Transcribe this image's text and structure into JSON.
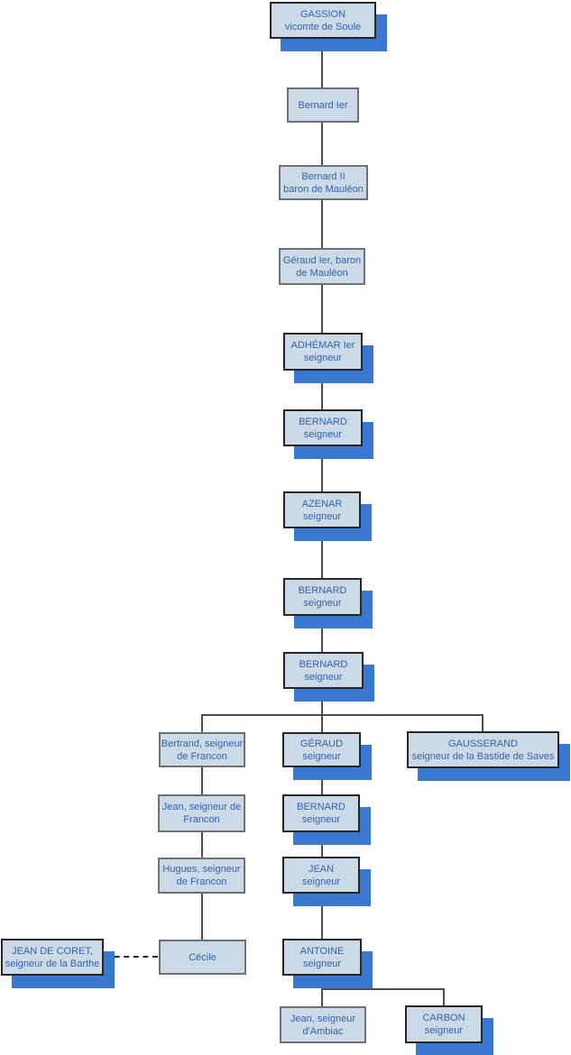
{
  "diagram": {
    "type": "family-tree",
    "subject": "Lineage of the vicomtes de Soule / barons de Mauléon",
    "colors": {
      "node_fill": "#ccd9e6",
      "node_text": "#3463ae",
      "emphasized_border": "#262626",
      "plain_border": "#707070",
      "shadow_accent": "#3878d2",
      "connector": "#4d4d4d",
      "background": "#ffffff"
    },
    "nodes": [
      {
        "line1": "GASSION",
        "line2": "vicomte de Soule"
      },
      {
        "line1": "Bernard Ier"
      },
      {
        "line1": "Bernard II",
        "line2": "baron de Mauléon"
      },
      {
        "line1": "Géraud Ier, baron",
        "line2": "de Mauléon"
      },
      {
        "line1": "ADHÉMAR Ier",
        "line2": "seigneur"
      },
      {
        "line1": "BERNARD",
        "line2": "seigneur"
      },
      {
        "line1": "AZENAR",
        "line2": "seigneur"
      },
      {
        "line1": "BERNARD",
        "line2": "seigneur"
      },
      {
        "line1": "BERNARD",
        "line2": "seigneur"
      },
      {
        "line1": "Bertrand, seigneur",
        "line2": "de Francon"
      },
      {
        "line1": "GÉRAUD",
        "line2": "seigneur"
      },
      {
        "line1": "GAUSSERAND",
        "line2": "seigneur de la Bastide de Saves"
      },
      {
        "line1": "Jean, seigneur de",
        "line2": "Francon"
      },
      {
        "line1": "BERNARD",
        "line2": "seigneur"
      },
      {
        "line1": "Hugues, seigneur",
        "line2": "de Francon"
      },
      {
        "line1": "JEAN",
        "line2": "seigneur"
      },
      {
        "line1": "JEAN DE CORET,",
        "line2": "seigneur de la Barthe"
      },
      {
        "line1": "Cécile"
      },
      {
        "line1": "ANTOINE",
        "line2": "seigneur"
      },
      {
        "line1": "Jean, seigneur",
        "line2": "d'Ambiac"
      },
      {
        "line1": "CARBON",
        "line2": "seigneur"
      }
    ]
  }
}
